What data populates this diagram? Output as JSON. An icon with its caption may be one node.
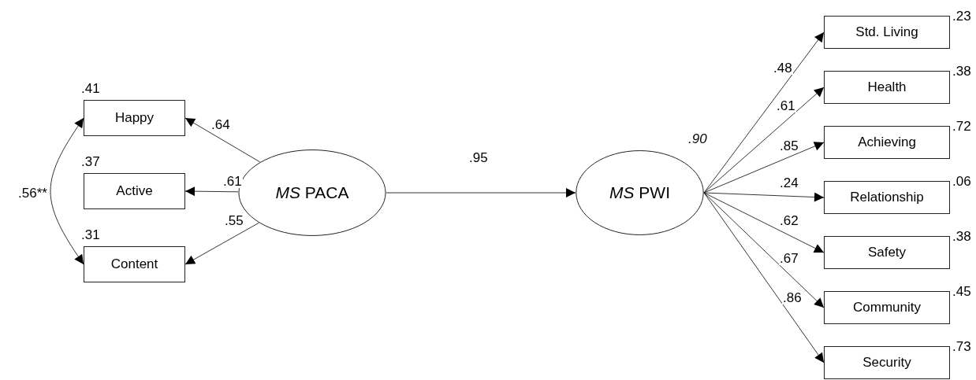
{
  "diagram": {
    "nodes": [
      {
        "text": [
          "Happy"
        ],
        "beside": [
          ".41"
        ]
      },
      {
        "text": [
          "Active"
        ],
        "beside": [
          ".37"
        ]
      },
      {
        "text": [
          "Content"
        ],
        "beside": [
          ".31"
        ]
      },
      {
        "text": [
          "*MS* PACA"
        ]
      },
      {
        "text": [
          "*MS* PWI"
        ],
        "beside": [
          ".90"
        ]
      },
      {
        "text": [
          "Std. Living"
        ],
        "beside": [
          ".23"
        ]
      },
      {
        "text": [
          "Health"
        ],
        "beside": [
          ".38"
        ]
      },
      {
        "text": [
          "Achieving"
        ],
        "beside": [
          ".72"
        ]
      },
      {
        "text": [
          "Relationship"
        ],
        "beside": [
          ".06"
        ]
      },
      {
        "text": [
          "Safety"
        ],
        "beside": [
          ".38"
        ]
      },
      {
        "text": [
          "Community"
        ],
        "beside": [
          ".45"
        ]
      },
      {
        "text": [
          "Security"
        ],
        "beside": [
          ".73"
        ]
      }
    ],
    "edges": [
      {
        "from": 3,
        "to": 0,
        "arrow": "to",
        "label": ".64"
      },
      {
        "from": 3,
        "to": 1,
        "arrow": "to",
        "label": ".61"
      },
      {
        "from": 3,
        "to": 2,
        "arrow": "to",
        "label": ".55"
      },
      {
        "from": 0,
        "to": 2,
        "arrow": "both",
        "label": ".56**"
      },
      {
        "from": 3,
        "to": 4,
        "arrow": "to",
        "label": ".95"
      },
      {
        "from": 4,
        "to": 5,
        "arrow": "to",
        "label": ".48"
      },
      {
        "from": 4,
        "to": 6,
        "arrow": "to",
        "label": ".61"
      },
      {
        "from": 4,
        "to": 7,
        "arrow": "to",
        "label": ".85"
      },
      {
        "from": 4,
        "to": 8,
        "arrow": "to",
        "label": ".24"
      },
      {
        "from": 4,
        "to": 9,
        "arrow": "to",
        "label": ".62"
      },
      {
        "from": 4,
        "to": 10,
        "arrow": "to",
        "label": ".67"
      },
      {
        "from": 4,
        "to": 11,
        "arrow": "to",
        "label": ".86"
      }
    ]
  }
}
